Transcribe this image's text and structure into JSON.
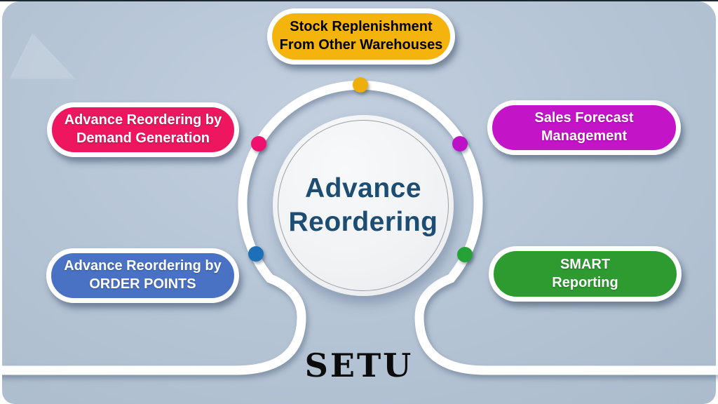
{
  "diagram_title": "Advance Reordering",
  "background": {
    "card_color": "#b6c5d6",
    "top_bar_color": "#1b2733",
    "ring_color": "#ffffff"
  },
  "center": {
    "line1": "Advance",
    "line2": "Reordering",
    "text_color": "#1d4d73",
    "circle_color": "#f1f2f4"
  },
  "brand": {
    "name": "SETU"
  },
  "nodes": [
    {
      "id": "stock-replenishment",
      "line1": "Stock Replenishment",
      "line2": "From Other Warehouses",
      "color": "#f5b40d",
      "dot_color": "#efaf0b",
      "text_color": "#000000"
    },
    {
      "id": "demand-generation",
      "line1": "Advance Reordering by",
      "line2": "Demand Generation",
      "color": "#ef1660",
      "dot_color": "#f0106e",
      "text_color": "#ffffff"
    },
    {
      "id": "sales-forecast",
      "line1": "Sales Forecast",
      "line2": "Management",
      "color": "#c414c8",
      "dot_color": "#bc11c6",
      "text_color": "#ffffff"
    },
    {
      "id": "order-points",
      "line1": "Advance Reordering by",
      "line2": "ORDER POINTS",
      "color": "#4a72c4",
      "dot_color": "#1d6fb8",
      "text_color": "#ffffff"
    },
    {
      "id": "smart-reporting",
      "line1": "SMART",
      "line2": "Reporting",
      "color": "#2e9b31",
      "dot_color": "#25a136",
      "text_color": "#ffffff"
    }
  ]
}
